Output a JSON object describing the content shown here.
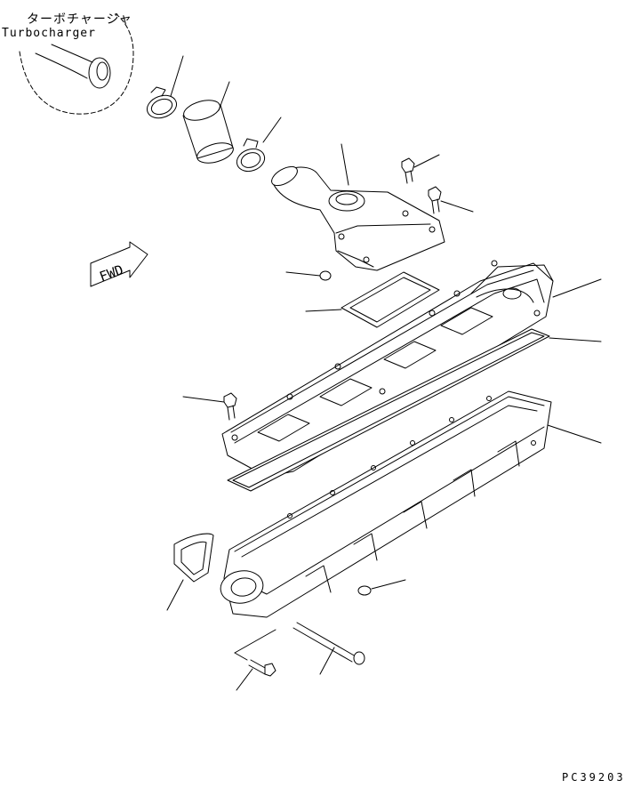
{
  "labels": {
    "turbocharger_jp": "ターボチャージャ",
    "turbocharger_en": "Turbocharger",
    "fwd": "FWD",
    "drawing_number": "PC39203"
  },
  "colors": {
    "line": "#000000",
    "background": "#ffffff"
  }
}
